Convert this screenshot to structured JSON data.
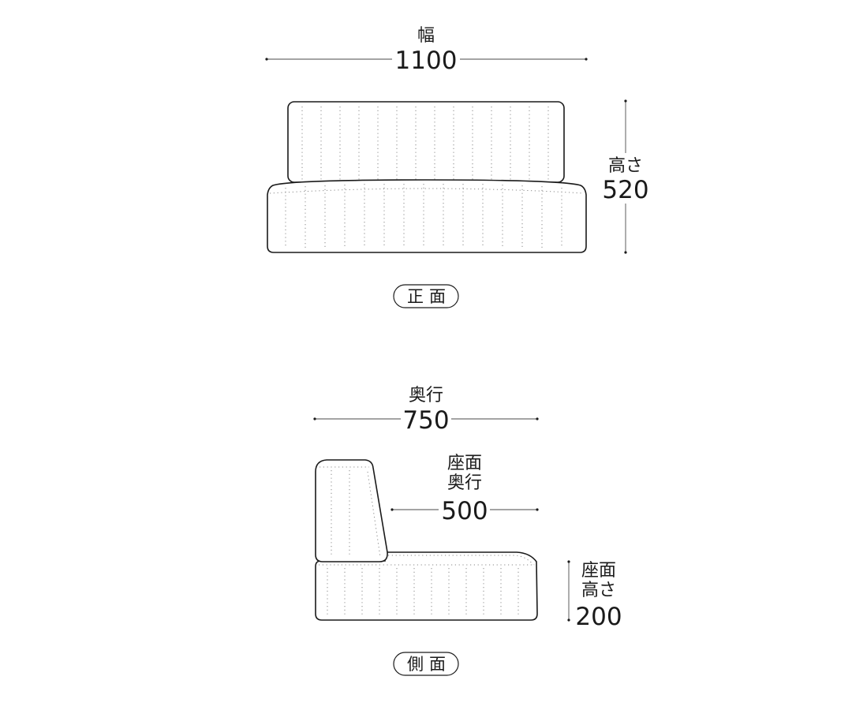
{
  "front": {
    "width_label": "幅",
    "width_value": "1100",
    "height_label": "高さ",
    "height_value": "520",
    "view_label": "正面"
  },
  "side": {
    "depth_label": "奥行",
    "depth_value": "750",
    "seat_depth_label_1": "座面",
    "seat_depth_label_2": "奥行",
    "seat_depth_value": "500",
    "seat_height_label_1": "座面",
    "seat_height_label_2": "高さ",
    "seat_height_value": "200",
    "view_label": "側面"
  }
}
